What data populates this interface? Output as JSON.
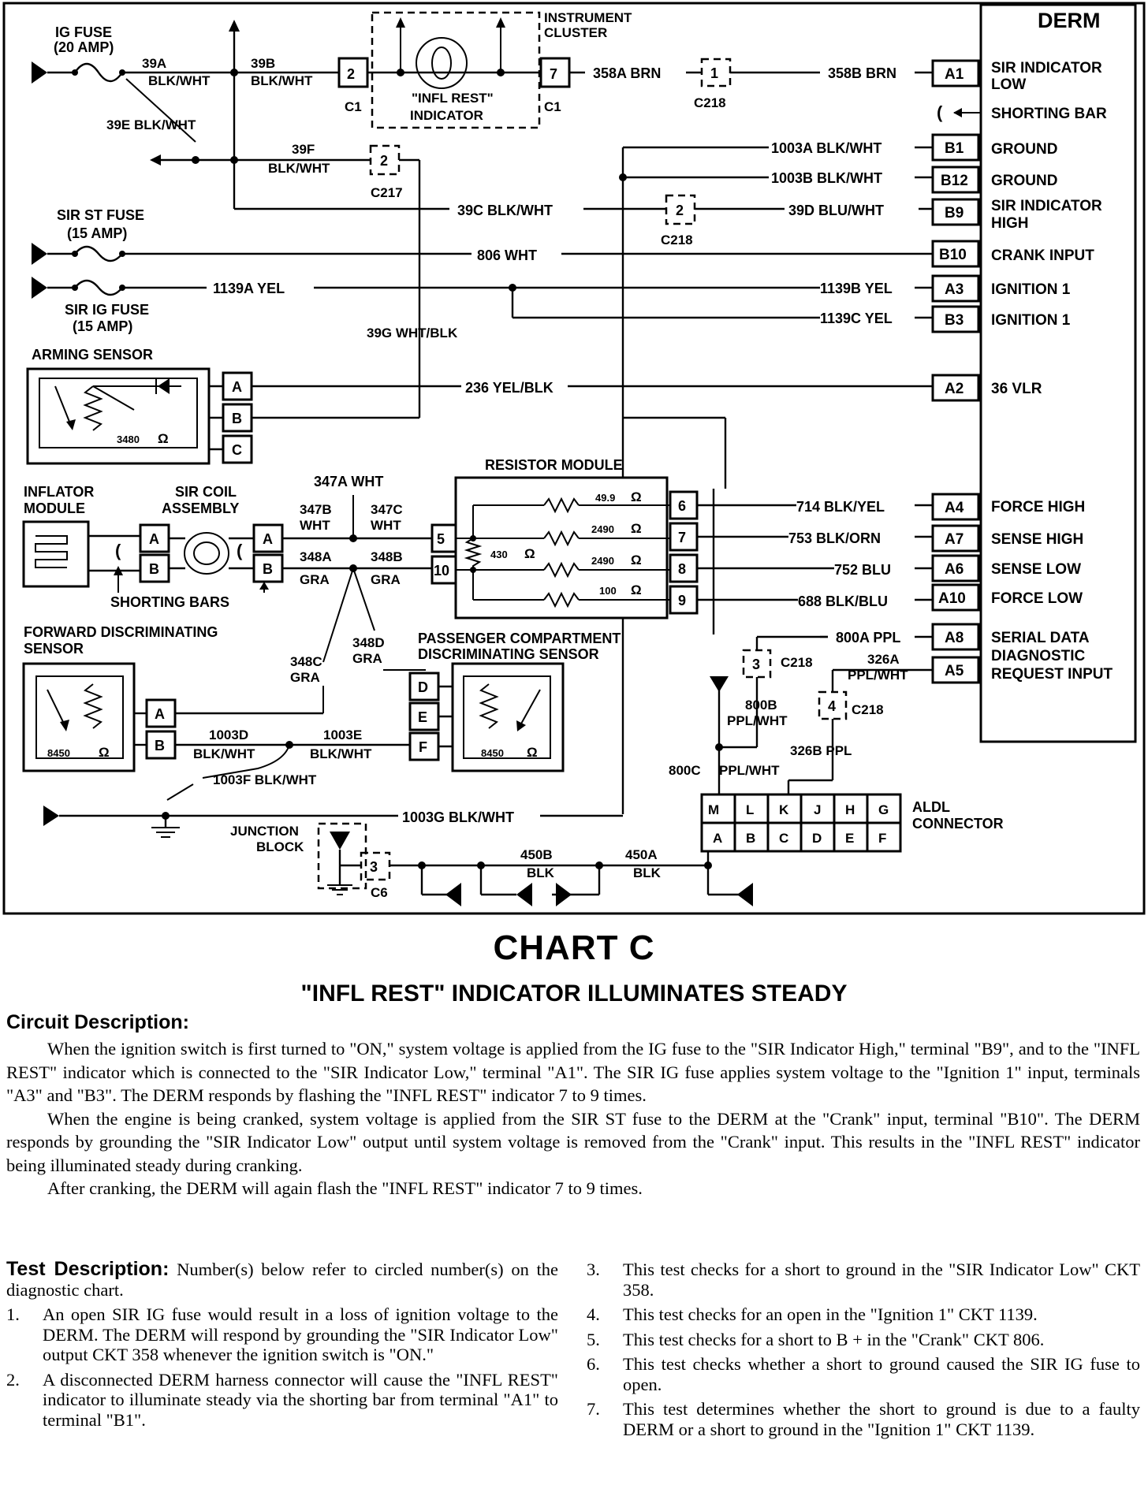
{
  "diagram": {
    "module": {
      "title": "DERM"
    },
    "cluster": {
      "name_1": "INSTRUMENT",
      "name_2": "CLUSTER",
      "indicator_1": "\"INFL REST\"",
      "indicator_2": "INDICATOR",
      "pin_left": "2",
      "pin_right": "7",
      "conn_left": "C1",
      "conn_right": "C1"
    },
    "fuses": {
      "ig_1": "IG FUSE",
      "ig_2": "(20 AMP)",
      "sirst_1": "SIR ST FUSE",
      "sirst_2": "(15 AMP)",
      "sirig_1": "SIR IG FUSE",
      "sirig_2": "(15 AMP)"
    },
    "wires": {
      "w39a": "39A",
      "w39a_c": "BLK/WHT",
      "w39b": "39B",
      "w39b_c": "BLK/WHT",
      "w39e": "39E BLK/WHT",
      "w39f": "39F",
      "w39f_c": "BLK/WHT",
      "w39c": "39C BLK/WHT",
      "w39g": "39G WHT/BLK",
      "w39d": "39D BLU/WHT",
      "w358a": "358A BRN",
      "w358b": "358B BRN",
      "w1003a": "1003A BLK/WHT",
      "w1003b": "1003B BLK/WHT",
      "w806": "806 WHT",
      "w1139a": "1139A YEL",
      "w1139b": "1139B YEL",
      "w1139c": "1139C YEL",
      "w236": "236 YEL/BLK",
      "w347a": "347A WHT",
      "w347b": "347B",
      "w347b_c": "WHT",
      "w347c": "347C",
      "w347c_c": "WHT",
      "w348a": "348A",
      "w348a_c": "GRA",
      "w348b": "348B",
      "w348b_c": "GRA",
      "w348c": "348C",
      "w348c_c": "GRA",
      "w348d": "348D",
      "w348d_c": "GRA",
      "w714": "714 BLK/YEL",
      "w753": "753 BLK/ORN",
      "w752": "752 BLU",
      "w688": "688 BLK/BLU",
      "w800a": "800A PPL",
      "w800b": "800B",
      "w800b_c": "PPL/WHT",
      "w800c": "800C",
      "w800c_c": "PPL/WHT",
      "w326a": "326A",
      "w326a_c": "PPL/WHT",
      "w326b": "326B PPL",
      "w1003d": "1003D",
      "w1003d_c": "BLK/WHT",
      "w1003e": "1003E",
      "w1003e_c": "BLK/WHT",
      "w1003f": "1003F BLK/WHT",
      "w1003g": "1003G BLK/WHT",
      "w450b": "450B",
      "w450b_c": "BLK",
      "w450a": "450A",
      "w450a_c": "BLK"
    },
    "connectors": {
      "c218": "C218",
      "c217": "C217",
      "c6": "C6",
      "pin1": "1",
      "pin2": "2",
      "pin2b": "2",
      "pin3": "3",
      "pin4": "4",
      "pin3_c6": "3"
    },
    "terminals": [
      {
        "pin": "A1",
        "label": "SIR INDICATOR",
        "label2": "LOW"
      },
      {
        "pin": "",
        "label": "SHORTING BAR",
        "label2": ""
      },
      {
        "pin": "B1",
        "label": "GROUND",
        "label2": ""
      },
      {
        "pin": "B12",
        "label": "GROUND",
        "label2": ""
      },
      {
        "pin": "B9",
        "label": "SIR INDICATOR",
        "label2": "HIGH"
      },
      {
        "pin": "B10",
        "label": "CRANK INPUT",
        "label2": ""
      },
      {
        "pin": "A3",
        "label": "IGNITION 1",
        "label2": ""
      },
      {
        "pin": "B3",
        "label": "IGNITION 1",
        "label2": ""
      },
      {
        "pin": "A2",
        "label": "36 VLR",
        "label2": ""
      },
      {
        "pin": "A4",
        "label": "FORCE HIGH",
        "label2": ""
      },
      {
        "pin": "A7",
        "label": "SENSE HIGH",
        "label2": ""
      },
      {
        "pin": "A6",
        "label": "SENSE LOW",
        "label2": ""
      },
      {
        "pin": "A10",
        "label": "FORCE LOW",
        "label2": ""
      },
      {
        "pin": "A8",
        "label": "SERIAL DATA",
        "label2": ""
      },
      {
        "pin": "A5",
        "label": "DIAGNOSTIC",
        "label2": "REQUEST INPUT"
      }
    ],
    "arming": {
      "name": "ARMING SENSOR",
      "pin_a": "A",
      "pin_b": "B",
      "pin_c": "C",
      "res": "3480",
      "ohm": "Ω"
    },
    "inflator": {
      "name_1": "INFLATOR",
      "name_2": "MODULE",
      "pin_a": "A",
      "pin_b": "B"
    },
    "coil": {
      "name_1": "SIR COIL",
      "name_2": "ASSEMBLY",
      "pin_a": "A",
      "pin_b": "B"
    },
    "shorting": "SHORTING BARS",
    "resistor_module": {
      "name": "RESISTOR MODULE",
      "r1": "49.9",
      "r2": "2490",
      "r3": "2490",
      "r4": "100",
      "r5": "430",
      "ohm": "Ω",
      "pin5": "5",
      "pin10": "10",
      "pin6": "6",
      "pin7": "7",
      "pin8": "8",
      "pin9": "9"
    },
    "fwd_sensor": {
      "name_1": "FORWARD DISCRIMINATING",
      "name_2": "SENSOR",
      "pin_a": "A",
      "pin_b": "B",
      "res": "8450",
      "ohm": "Ω"
    },
    "pass_sensor": {
      "name_1": "PASSENGER COMPARTMENT",
      "name_2": "DISCRIMINATING SENSOR",
      "pin_d": "D",
      "pin_e": "E",
      "pin_f": "F",
      "res": "8450",
      "ohm": "Ω"
    },
    "aldl": {
      "name_1": "ALDL",
      "name_2": "CONNECTOR",
      "top": [
        "M",
        "L",
        "K",
        "J",
        "H",
        "G"
      ],
      "bottom": [
        "A",
        "B",
        "C",
        "D",
        "E",
        "F"
      ]
    },
    "junction": {
      "name_1": "JUNCTION",
      "name_2": "BLOCK"
    }
  },
  "chart": {
    "title": "CHART C",
    "subtitle": "\"INFL REST\" INDICATOR ILLUMINATES STEADY"
  },
  "circuit": {
    "heading": "Circuit Description:",
    "p1": "When the ignition switch is first turned to \"ON,\" system voltage is applied from the IG fuse to the \"SIR Indicator High,\" terminal \"B9\", and to the \"INFL REST\" indicator which is connected to the \"SIR Indicator Low,\" terminal \"A1\". The SIR IG fuse applies system voltage to the \"Ignition 1\" input, terminals \"A3\" and \"B3\". The DERM responds by flashing the \"INFL REST\" indicator 7 to 9 times.",
    "p2": "When the engine is being cranked, system voltage is applied from the SIR ST fuse to the DERM at the \"Crank\" input, terminal \"B10\". The DERM responds by grounding the \"SIR Indicator Low\" output until system voltage is removed from the \"Crank\" input. This results in the \"INFL REST\" indicator being illuminated steady during cranking.",
    "p3": "After cranking, the DERM will again flash the \"INFL REST\" indicator 7 to 9 times."
  },
  "test": {
    "heading": "Test Description:",
    "intro": "Number(s) below refer to circled number(s) on the diagnostic chart.",
    "items": [
      {
        "n": "1.",
        "text": "An open SIR IG fuse would result in a loss of ignition voltage to the DERM. The DERM will respond by grounding the \"SIR Indicator Low\" output CKT 358 whenever the ignition switch is \"ON.\""
      },
      {
        "n": "2.",
        "text": "A disconnected DERM harness connector will cause the \"INFL REST\" indicator to illuminate steady via the shorting bar from terminal \"A1\" to terminal \"B1\"."
      },
      {
        "n": "3.",
        "text": "This test checks for a short to ground in the \"SIR Indicator Low\" CKT 358."
      },
      {
        "n": "4.",
        "text": "This test checks for an open in the \"Ignition 1\" CKT 1139."
      },
      {
        "n": "5.",
        "text": "This test checks for a short to B + in the \"Crank\" CKT 806."
      },
      {
        "n": "6.",
        "text": "This test checks whether a short to ground caused the SIR IG fuse to open."
      },
      {
        "n": "7.",
        "text": "This test determines whether the short to ground is due to a faulty DERM or a short to ground in the \"Ignition 1\" CKT 1139."
      }
    ]
  }
}
